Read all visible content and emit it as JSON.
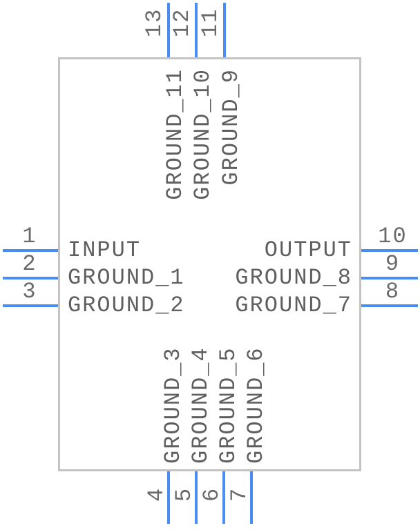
{
  "component": {
    "kind": "schematic-symbol",
    "colors": {
      "pin": "#4a8df2",
      "body_border": "#c3c3c3",
      "label_text": "#5f5f5f",
      "number_text": "#6a6a6a",
      "background": "#ffffff"
    },
    "pins": {
      "left": [
        {
          "number": "1",
          "label": "INPUT"
        },
        {
          "number": "2",
          "label": "GROUND_1"
        },
        {
          "number": "3",
          "label": "GROUND_2"
        }
      ],
      "right": [
        {
          "number": "10",
          "label": "OUTPUT"
        },
        {
          "number": "9",
          "label": "GROUND_8"
        },
        {
          "number": "8",
          "label": "GROUND_7"
        }
      ],
      "top": [
        {
          "number": "13",
          "label": "GROUND_11"
        },
        {
          "number": "12",
          "label": "GROUND_10"
        },
        {
          "number": "11",
          "label": "GROUND_9"
        }
      ],
      "bottom": [
        {
          "number": "4",
          "label": "GROUND_3"
        },
        {
          "number": "5",
          "label": "GROUND_4"
        },
        {
          "number": "6",
          "label": "GROUND_5"
        },
        {
          "number": "7",
          "label": "GROUND_6"
        }
      ]
    }
  }
}
